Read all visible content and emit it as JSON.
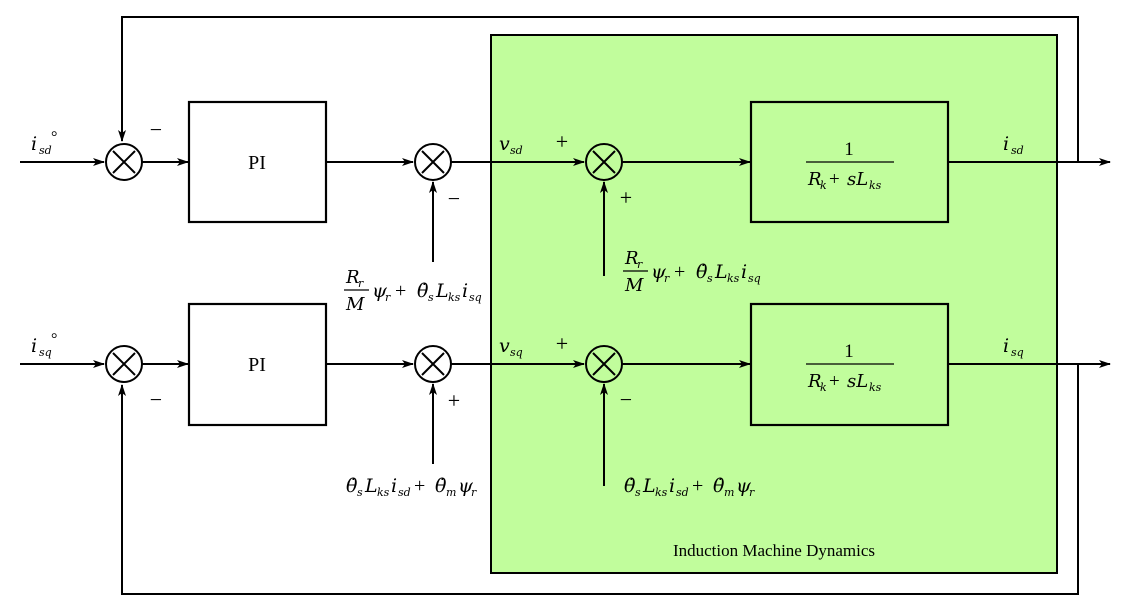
{
  "diagram": {
    "title": "Induction machine current control block diagram",
    "region": {
      "label": "Induction Machine Dynamics",
      "fill": "#c1fd9c"
    },
    "rows": [
      {
        "axis": "d",
        "reference_input": {
          "base": "i",
          "sub": "sd",
          "sup": "°"
        },
        "feedback_sign": "−",
        "controller": "PI",
        "decoupling_sum_sign": "−",
        "decoupling_term": "R_r/M ψ_r + θ̇_s L_ks i_sq",
        "voltage_label": {
          "base": "v",
          "sub": "sd"
        },
        "plant_input_sign": "+",
        "disturbance_sign": "+",
        "disturbance_term": "R_r/M ψ_r + θ̇_s L_ks i_sq",
        "plant": {
          "numerator": "1",
          "denominator": "R_k + sL_ks"
        },
        "output_label": {
          "base": "i",
          "sub": "sd"
        }
      },
      {
        "axis": "q",
        "reference_input": {
          "base": "i",
          "sub": "sq",
          "sup": "°"
        },
        "feedback_sign": "−",
        "controller": "PI",
        "decoupling_sum_sign": "+",
        "decoupling_term": "θ̇_s L_ks i_sd + θ̇_m ψ_r",
        "voltage_label": {
          "base": "v",
          "sub": "sq"
        },
        "plant_input_sign": "+",
        "disturbance_sign": "−",
        "disturbance_term": "θ̇_s L_ks i_sd + θ̇_m ψ_r",
        "plant": {
          "numerator": "1",
          "denominator": "R_k + sL_ks"
        },
        "output_label": {
          "base": "i",
          "sub": "sq"
        }
      }
    ],
    "text": {
      "pi": "PI",
      "one": "1",
      "R": "R",
      "r": "r",
      "M": "M",
      "psi": "ψ",
      "plus": "+",
      "minus": "−",
      "theta_dot": "θ̇",
      "s": "s",
      "m": "m",
      "L": "L",
      "ks": "ks",
      "i": "i",
      "sq": "sq",
      "sd": "sd",
      "k": "k",
      "sL": "sL"
    }
  }
}
